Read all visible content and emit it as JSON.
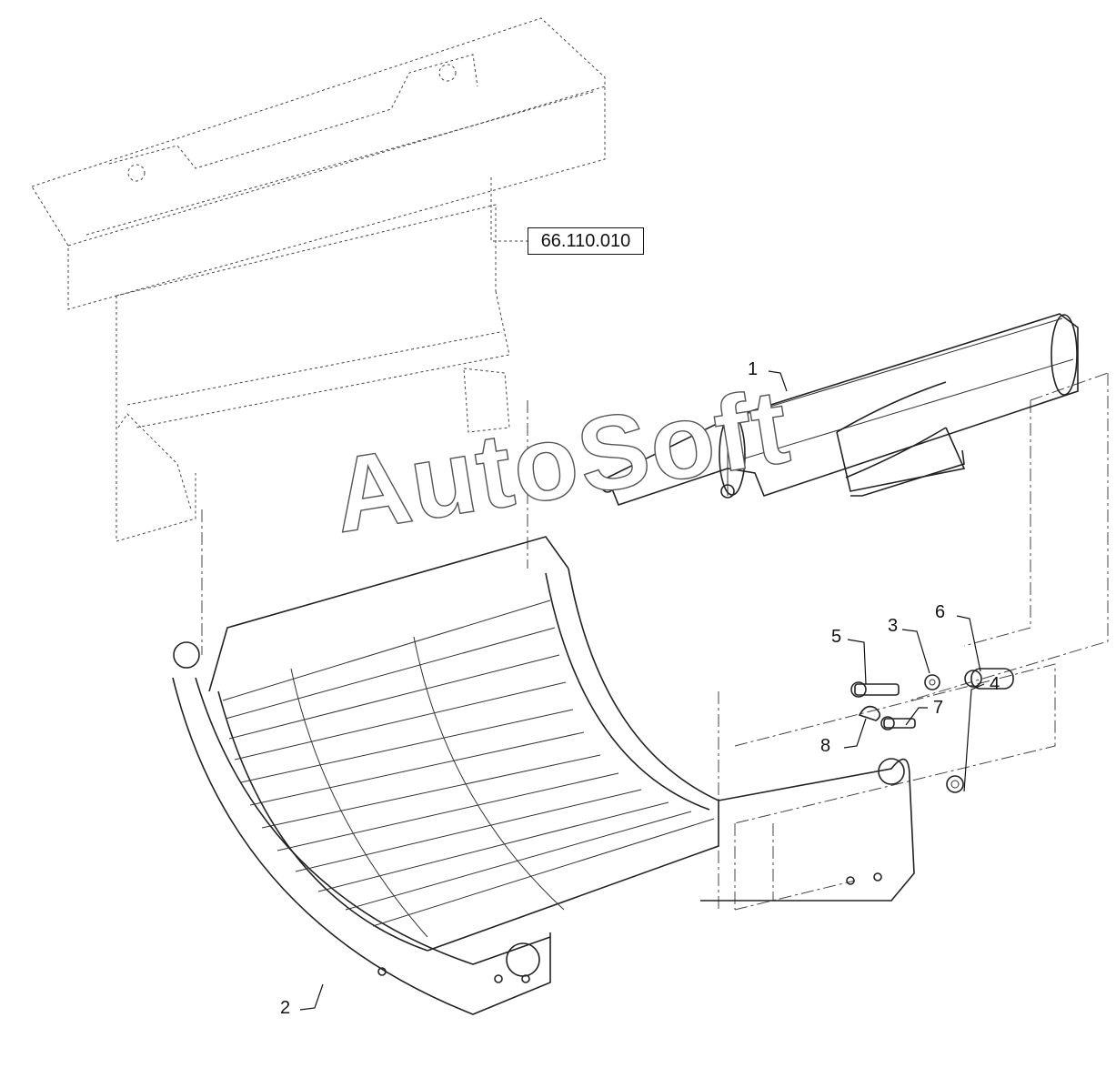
{
  "reference": {
    "label": "66.110.010"
  },
  "callouts": [
    {
      "id": "1",
      "label": "1"
    },
    {
      "id": "2",
      "label": "2"
    },
    {
      "id": "3",
      "label": "3"
    },
    {
      "id": "4",
      "label": "4"
    },
    {
      "id": "5",
      "label": "5"
    },
    {
      "id": "6",
      "label": "6"
    },
    {
      "id": "7",
      "label": "7"
    },
    {
      "id": "8",
      "label": "8"
    }
  ],
  "watermark": {
    "text": "AutoSoft"
  }
}
